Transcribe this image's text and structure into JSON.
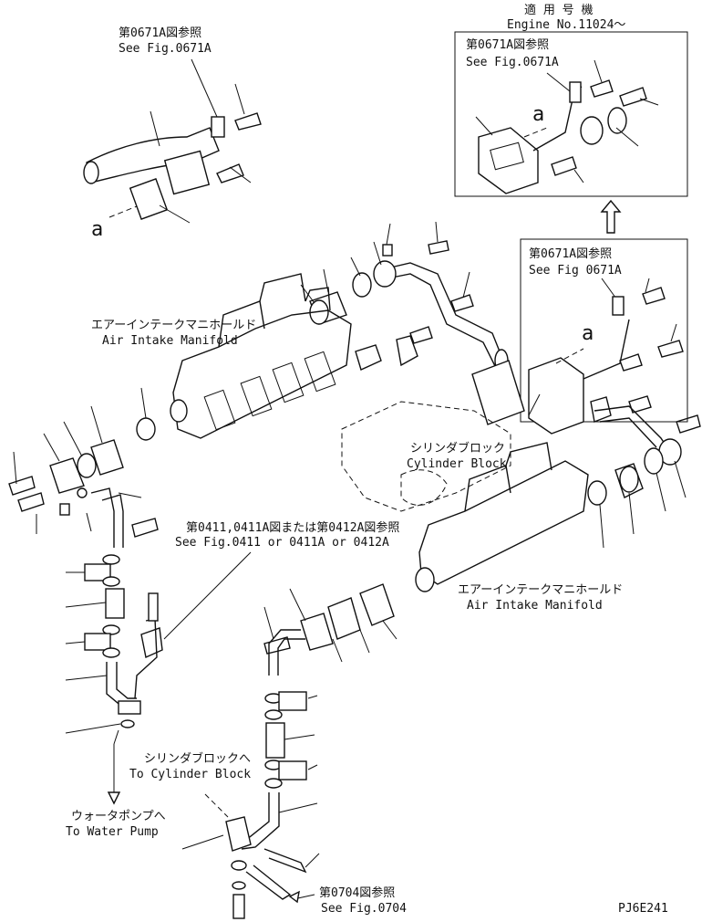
{
  "labels": {
    "engine_jp": "適 用 号 機",
    "engine_en": "Engine No.11024～",
    "ref0671_jp": "第0671A図参照",
    "ref0671_en": "See Fig.0671A",
    "ref0671_box1_jp": "第0671A図参照",
    "ref0671_box1_en": "See Fig.0671A",
    "ref0671_box2_jp": "第0671A図参照",
    "ref0671_box2_en": "See Fig 0671A",
    "manifold_left_jp": "エアーインテークマニホールド",
    "manifold_left_en": "Air Intake Manifold",
    "manifold_right_jp": "エアーインテークマニホールド",
    "manifold_right_en": "Air Intake Manifold",
    "cylinder_block_jp": "シリンダブロック",
    "cylinder_block_en": "Cylinder Block",
    "ref0411_jp": "第0411,0411A図または第0412A図参照",
    "ref0411_en": "See Fig.0411 or 0411A or 0412A",
    "to_cyl_jp": "シリンダブロックへ",
    "to_cyl_en": "To Cylinder Block",
    "to_pump_jp": "ウォータポンプへ",
    "to_pump_en": "To Water Pump",
    "ref0704_jp": "第0704図参照",
    "ref0704_en": "See Fig.0704",
    "letter_a": "a",
    "code": "PJ6E241"
  }
}
